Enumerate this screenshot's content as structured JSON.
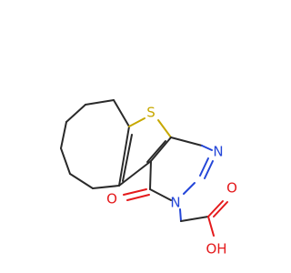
{
  "molecule": {
    "atoms": {
      "S": "S",
      "N1": "N",
      "N2": "N",
      "O_keto": "O",
      "O_carbonyl": "O",
      "OH": "OH"
    },
    "colors": {
      "bond": "#2a2a2a",
      "sulfur": "#c7a800",
      "nitrogen": "#2446d8",
      "oxygen": "#e41a1c"
    }
  }
}
